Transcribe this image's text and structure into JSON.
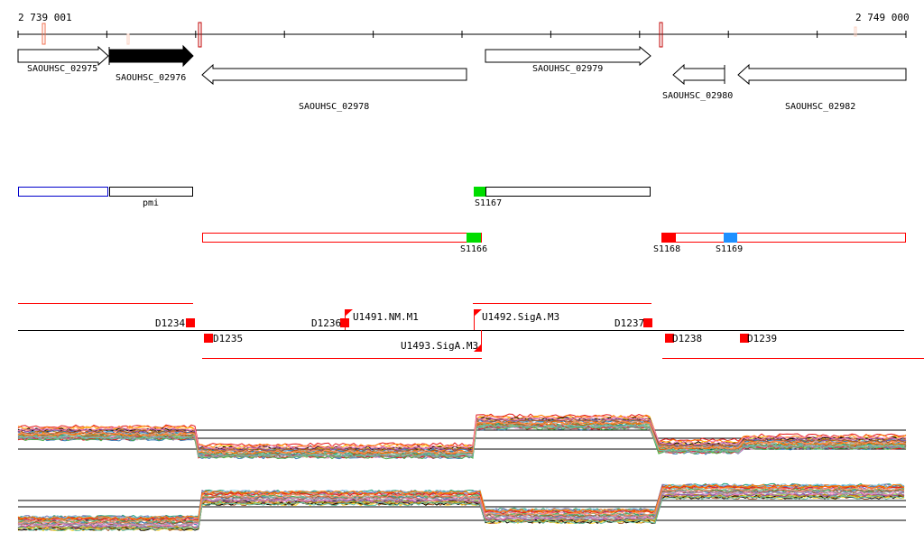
{
  "ruler": {
    "start_label": "2 739 001",
    "end_label": "2 749 000"
  },
  "genes": [
    {
      "name": "SAOUHSC_02975",
      "strand": "+",
      "filled": false
    },
    {
      "name": "SAOUHSC_02976",
      "strand": "+",
      "filled": true
    },
    {
      "name": "SAOUHSC_02978",
      "strand": "-",
      "filled": false
    },
    {
      "name": "SAOUHSC_02979",
      "strand": "+",
      "filled": false
    },
    {
      "name": "SAOUHSC_02980",
      "strand": "-",
      "filled": false
    },
    {
      "name": "SAOUHSC_02982",
      "strand": "-",
      "filled": false
    }
  ],
  "operons": {
    "pmi": "pmi",
    "S1167": "S1167",
    "S1166": "S1166",
    "S1168": "S1168",
    "S1169": "S1169"
  },
  "segments": {
    "D1234": "D1234",
    "D1235": "D1235",
    "D1236": "D1236",
    "D1237": "D1237",
    "D1238": "D1238",
    "D1239": "D1239",
    "U1491": "U1491.NM.M1",
    "U1492": "U1492.SigA.M3",
    "U1493": "U1493.SigA.M3"
  },
  "colors": {
    "red": "#ff0000",
    "green": "#00dd00",
    "blue": "#1e90ff",
    "operon_blue": "#0000cc"
  }
}
